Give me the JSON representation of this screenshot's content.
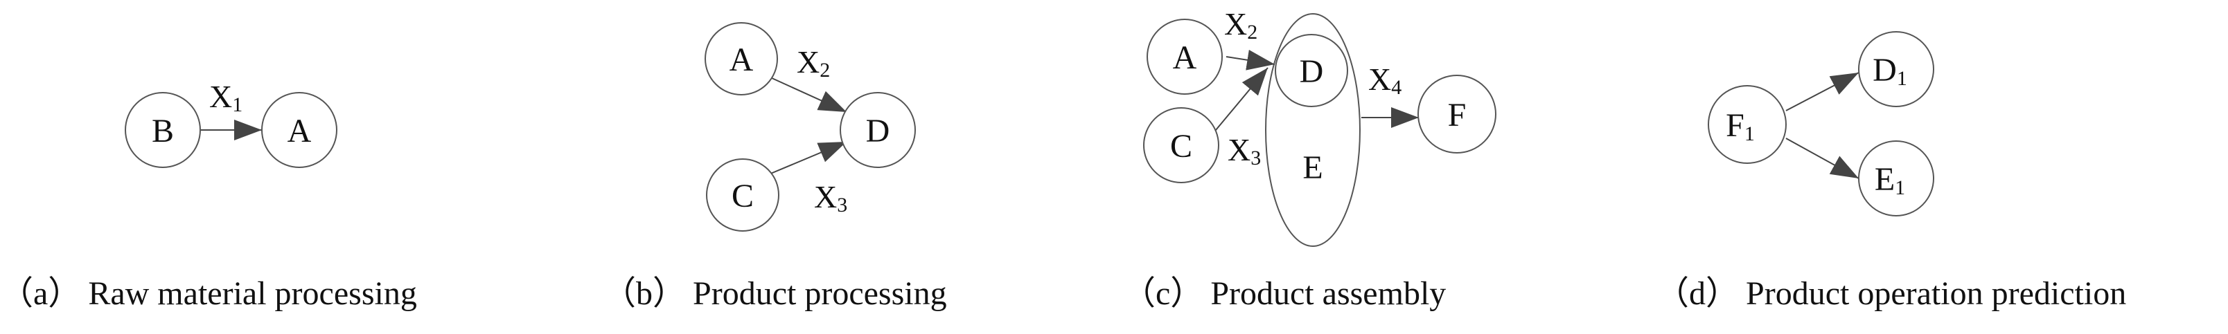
{
  "panels": [
    {
      "caption_prefix": "（a）",
      "caption": "Raw material processing",
      "nodes": {
        "b": "B",
        "a": "A"
      },
      "edges": {
        "x1": {
          "base": "X",
          "sub": "1"
        }
      }
    },
    {
      "caption_prefix": "（b）",
      "caption": "Product processing",
      "nodes": {
        "a": "A",
        "c": "C",
        "d": "D"
      },
      "edges": {
        "x2": {
          "base": "X",
          "sub": "2"
        },
        "x3": {
          "base": "X",
          "sub": "3"
        }
      }
    },
    {
      "caption_prefix": "（c）",
      "caption": "Product assembly",
      "nodes": {
        "a": "A",
        "c": "C",
        "d": "D",
        "e": "E",
        "f": "F"
      },
      "edges": {
        "x2": {
          "base": "X",
          "sub": "2"
        },
        "x3": {
          "base": "X",
          "sub": "3"
        },
        "x4": {
          "base": "X",
          "sub": "4"
        }
      }
    },
    {
      "caption_prefix": "（d）",
      "caption": "Product operation prediction",
      "nodes": {
        "f1": {
          "base": "F",
          "sub": "1"
        },
        "d1": {
          "base": "D",
          "sub": "1"
        },
        "e1": {
          "base": "E",
          "sub": "1"
        }
      }
    }
  ]
}
